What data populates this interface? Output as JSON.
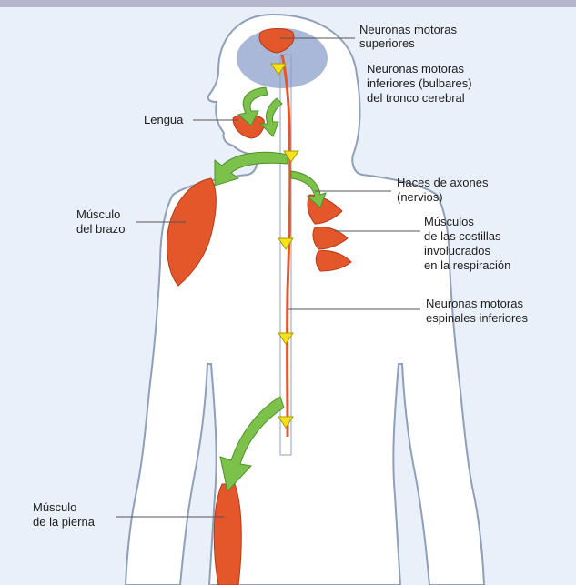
{
  "colors": {
    "top_band": "#b4b6ce",
    "background": "#eaf0fa",
    "body_outline": "#8f9fb8",
    "body_fill": "#ffffff",
    "brain": "#a9b7d8",
    "muscle": "#e4572b",
    "muscle_dark": "#b33a19",
    "neuron": "#e4572b",
    "arrow": "#7cc24a",
    "arrow_dark": "#4f8e2b",
    "junction": "#f4e21a",
    "leader_line": "#555555"
  },
  "labels": {
    "upper_motor": [
      "Neuronas motoras",
      "superiores"
    ],
    "bulbar": [
      "Neuronas motoras",
      "inferiores (bulbares)",
      "del tronco cerebral"
    ],
    "tongue": [
      "Lengua"
    ],
    "axons": [
      "Haces de axones",
      "(nervios)"
    ],
    "arm": [
      "Músculo",
      "del brazo"
    ],
    "rib": [
      "Músculos",
      "de las costillas",
      "involucrados",
      "en la respiración"
    ],
    "spinal": [
      "Neuronas motoras",
      "espinales inferiores"
    ],
    "leg": [
      "Músculo",
      "de la pierna"
    ]
  }
}
